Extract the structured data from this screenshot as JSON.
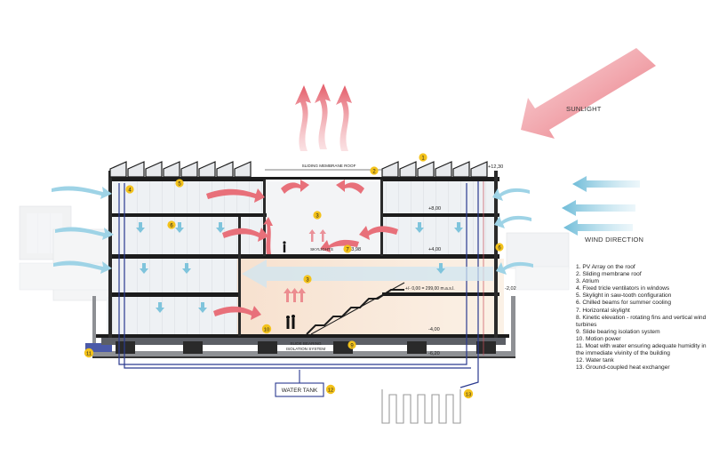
{
  "labels": {
    "sunlight": "SUNLIGHT",
    "wind_direction": "WIND DIRECTION",
    "sliding_membrane_roof": "SLIDING MEMBRANE ROOF",
    "skylights": "SKYLIGHTS",
    "slide_bearing": "SLIDE BEARING",
    "isolation_system": "ISOLATION SYSTEM",
    "water_tank": "WATER TANK"
  },
  "levels": {
    "top": "+12,30",
    "l8": "+8,00",
    "l4": "+4,00",
    "l398": "+3,98",
    "l0": "+/- 0,00 = 299,00 m.a.s.l.",
    "lm2": "-2,02",
    "lm4": "-4,00",
    "lm6": "-6,20"
  },
  "markers": {
    "m1": "1",
    "m2": "2",
    "m3a": "3",
    "m3b": "3",
    "m4": "4",
    "m5": "5",
    "m6a": "6",
    "m6b": "6",
    "m7": "7",
    "m9": "9",
    "m10": "10",
    "m11": "11",
    "m12": "12",
    "m13": "13"
  },
  "legend": [
    "1. PV Array on the roof",
    "2. Sliding membrane roof",
    "3. Atrium",
    "4. Fixed tricle ventilators in windows",
    "5. Skylight in saw-tooth configuration",
    "6. Chilled beams for summer cooling",
    "7. Horizontal skylight",
    "8. Kinetic elevation - rotating fins and vertical wind turbines",
    "9. Slide bearing isolation system",
    "10. Motion power",
    "11. Moat with water ensuring adequate humidity in the immediate vivinity of the building",
    "12. Water tank",
    "13. Ground-coupled heat exchanger"
  ],
  "colors": {
    "warm_arrow": "#e8707a",
    "cool_arrow": "#7fc4dc",
    "marker": "#f3c21b",
    "pipe": "#2b3a8f",
    "structure": "#1a1a1a"
  }
}
